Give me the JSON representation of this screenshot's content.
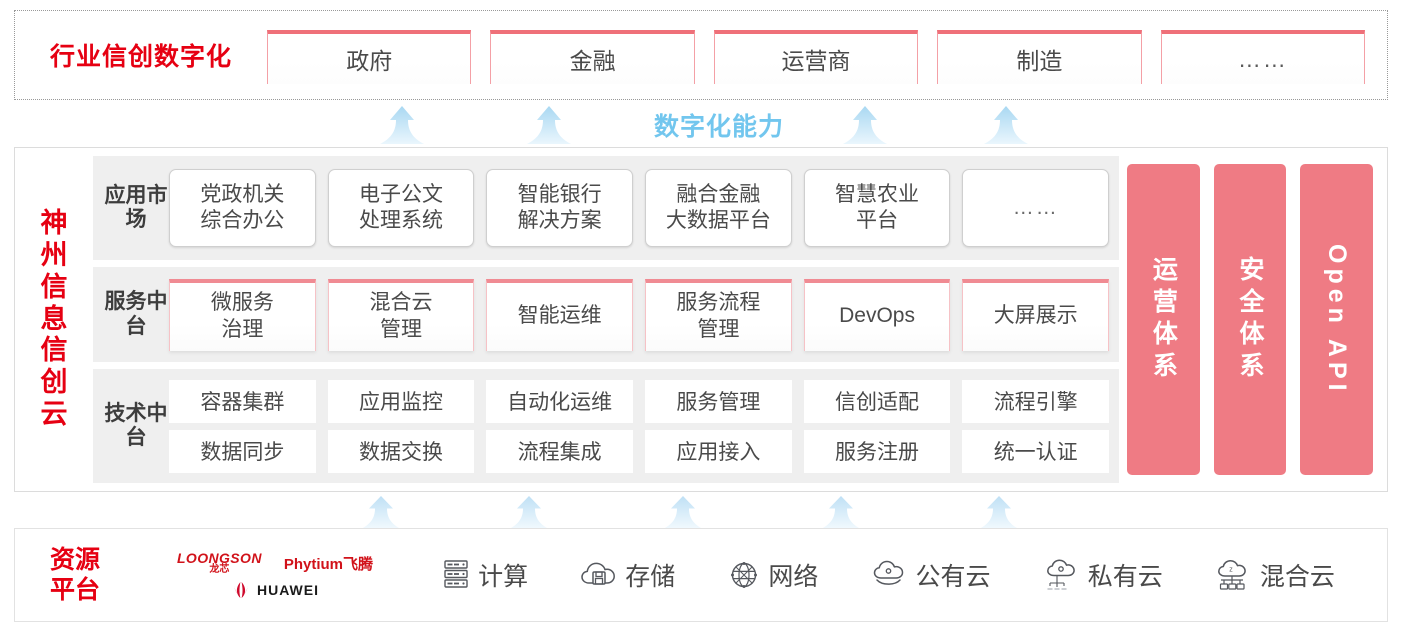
{
  "industry": {
    "title": "行业信创数字化",
    "tabs": [
      {
        "label": "政府"
      },
      {
        "label": "金融"
      },
      {
        "label": "运营商"
      },
      {
        "label": "制造"
      },
      {
        "label": "……"
      }
    ]
  },
  "capability": {
    "label": "数字化能力",
    "arrow_count": 4,
    "arrow_color": "#bfe2f7"
  },
  "cloud": {
    "title": "神州信息信创云",
    "title_color": "#e60012",
    "tiers": [
      {
        "id": "app-market",
        "label": "应用市场",
        "cards": [
          {
            "label": "党政机关\n综合办公"
          },
          {
            "label": "电子公文\n处理系统"
          },
          {
            "label": "智能银行\n解决方案"
          },
          {
            "label": "融合金融\n大数据平台"
          },
          {
            "label": "智慧农业\n平台"
          },
          {
            "label": "……"
          }
        ]
      },
      {
        "id": "service-platform",
        "label": "服务中台",
        "cards": [
          {
            "label": "微服务\n治理"
          },
          {
            "label": "混合云\n管理"
          },
          {
            "label": "智能运维"
          },
          {
            "label": "服务流程\n管理"
          },
          {
            "label": "DevOps"
          },
          {
            "label": "大屏展示"
          }
        ]
      },
      {
        "id": "tech-platform",
        "label": "技术中台",
        "rows": [
          [
            "容器集群",
            "应用监控",
            "自动化运维",
            "服务管理",
            "信创适配",
            "流程引擎"
          ],
          [
            "数据同步",
            "数据交换",
            "流程集成",
            "应用接入",
            "服务注册",
            "统一认证"
          ]
        ]
      }
    ],
    "pillars": [
      {
        "label": "运营体系",
        "type": "cn",
        "color": "#ef7b84"
      },
      {
        "label": "安全体系",
        "type": "cn",
        "color": "#ef7b84"
      },
      {
        "label": "Open API",
        "type": "en",
        "color": "#ef7b84"
      }
    ]
  },
  "lower_arrows": {
    "count": 5,
    "color": "#d8ecfa"
  },
  "resource": {
    "title": "资源\n平台",
    "title_color": "#e60012",
    "logos": [
      {
        "name": "LOONGSON",
        "sub": "龙芯",
        "icon": "loongson-logo"
      },
      {
        "name": "Phytium飞腾",
        "icon": "phytium-logo"
      },
      {
        "name": "HUAWEI",
        "icon": "huawei-logo"
      }
    ],
    "items": [
      {
        "label": "计算",
        "icon": "server-icon"
      },
      {
        "label": "存储",
        "icon": "cloud-storage-icon"
      },
      {
        "label": "网络",
        "icon": "network-icon"
      },
      {
        "label": "公有云",
        "icon": "public-cloud-icon"
      },
      {
        "label": "私有云",
        "icon": "private-cloud-icon"
      },
      {
        "label": "混合云",
        "icon": "hybrid-cloud-icon"
      }
    ]
  }
}
